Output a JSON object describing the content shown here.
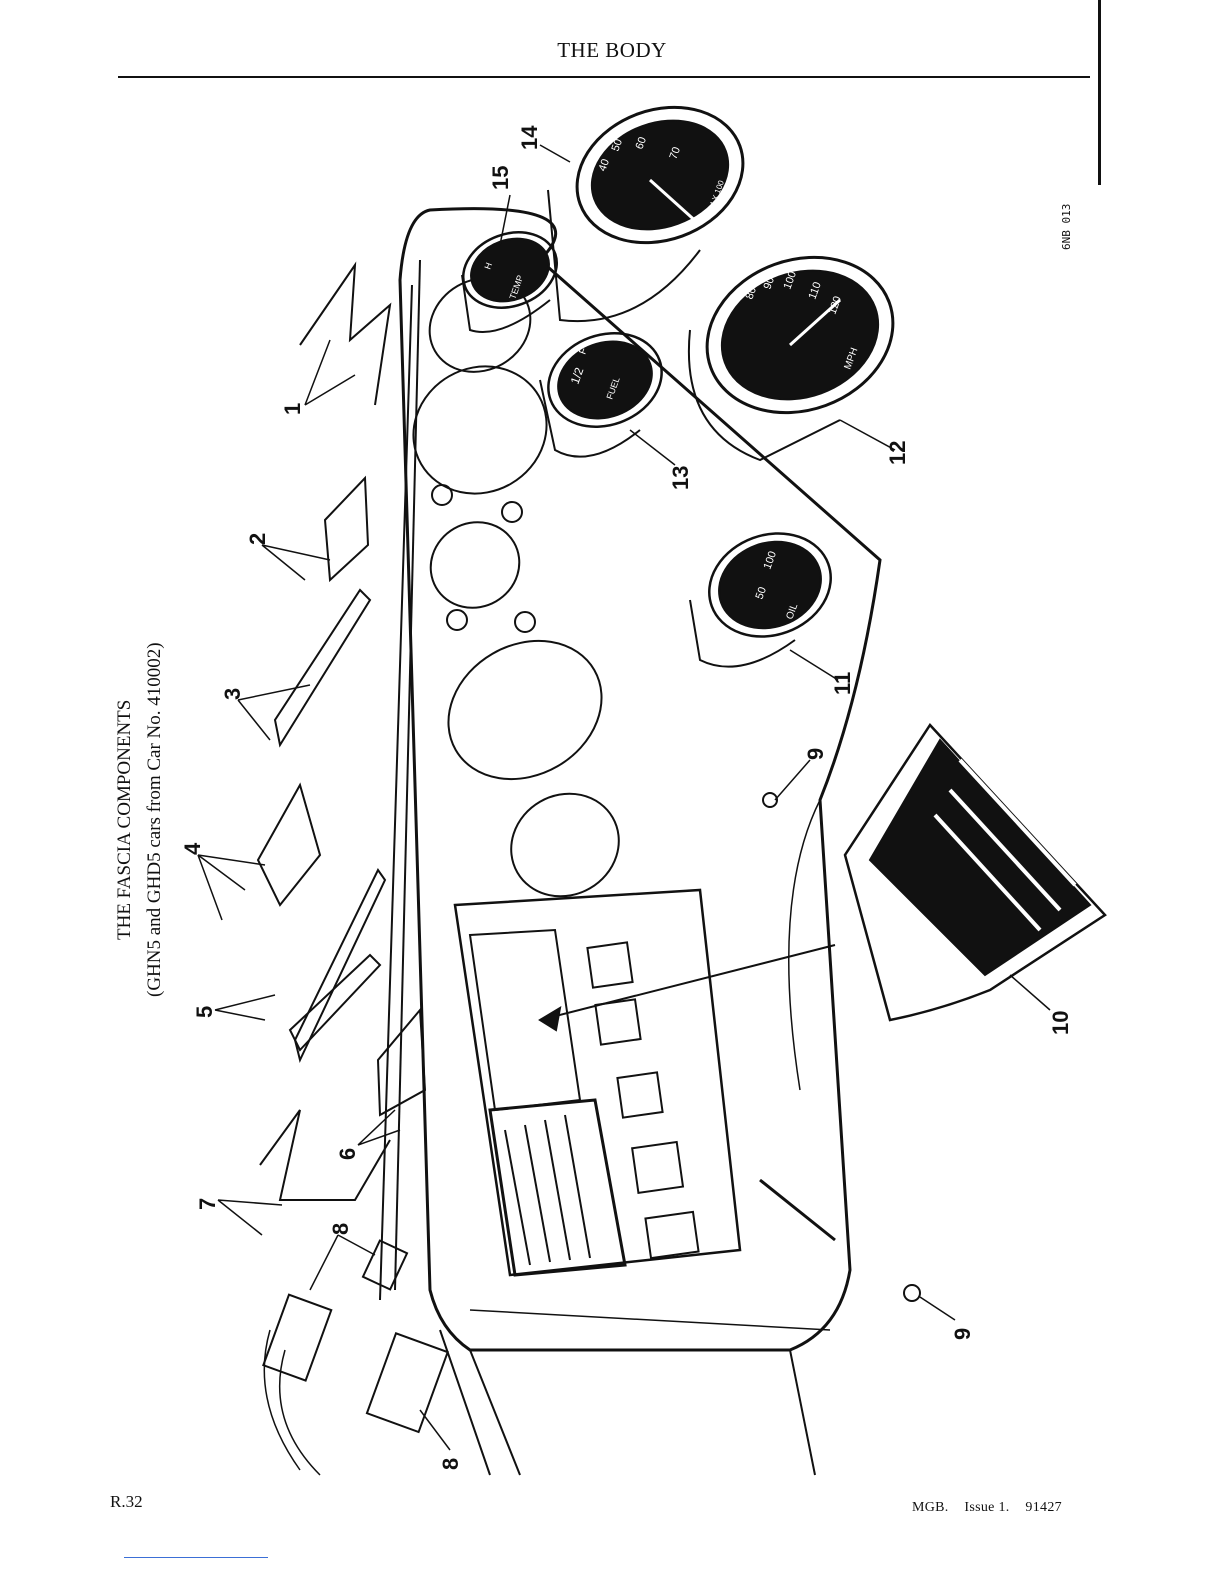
{
  "header": {
    "title": "THE BODY"
  },
  "figure": {
    "title": "THE FASCIA COMPONENTS",
    "subtitle": "(GHN5 and GHD5 cars from Car No. 410002)",
    "ref_code": "6NB 013",
    "gauges": {
      "tachometer": {
        "scale": [
          "40",
          "50",
          "60",
          "70"
        ],
        "unit": "RPM X 100"
      },
      "speedometer": {
        "scale": [
          "80",
          "90",
          "100",
          "110",
          "120"
        ],
        "unit": "MPH"
      },
      "temp": {
        "label": "TEMP",
        "mark": "H"
      },
      "fuel": {
        "label": "FUEL",
        "half": "1/2",
        "full": "F"
      },
      "oil": {
        "label": "OIL",
        "scale": [
          "50",
          "100"
        ]
      }
    },
    "callouts": [
      "1",
      "2",
      "3",
      "4",
      "5",
      "6",
      "7",
      "8",
      "8",
      "9",
      "9",
      "10",
      "11",
      "12",
      "13",
      "14",
      "15"
    ]
  },
  "footer": {
    "page": "R.32",
    "model": "MGB.",
    "issue": "Issue 1.",
    "code": "91427"
  }
}
